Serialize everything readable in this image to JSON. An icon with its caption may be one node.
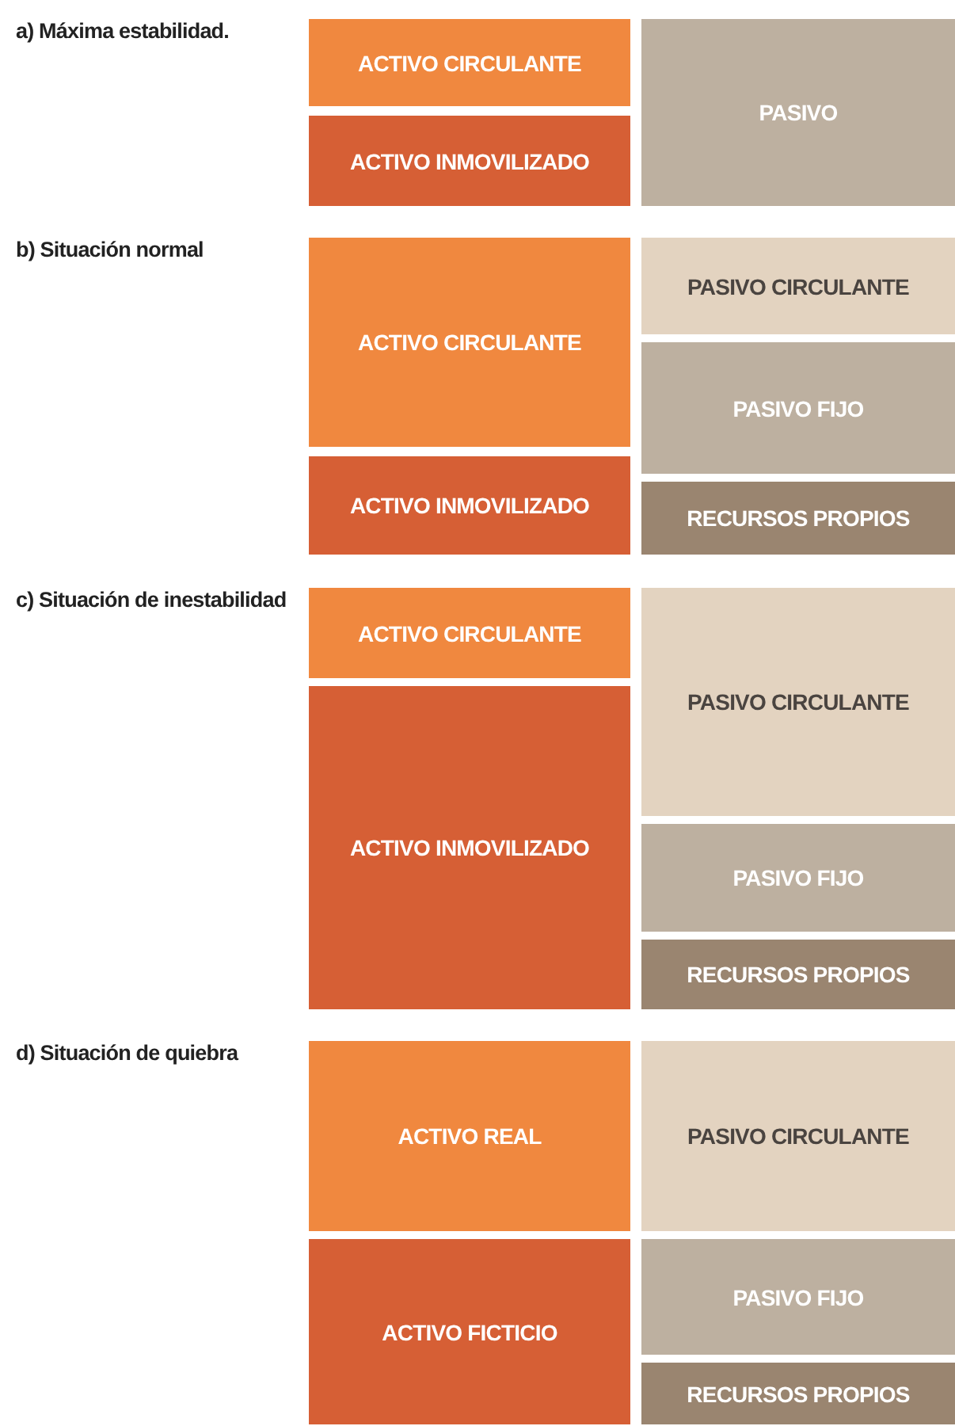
{
  "diagram": {
    "nodes": [
      {
        "text": [
          "ACTIVO CIRCULANTE"
        ]
      },
      {
        "text": [
          "ACTIVO INMOVILIZADO"
        ]
      },
      {
        "text": [
          "PASIVO"
        ]
      },
      {
        "text": [
          "ACTIVO CIRCULANTE"
        ]
      },
      {
        "text": [
          "ACTIVO INMOVILIZADO"
        ]
      },
      {
        "text": [
          "PASIVO CIRCULANTE"
        ]
      },
      {
        "text": [
          "PASIVO FIJO"
        ]
      },
      {
        "text": [
          "RECURSOS PROPIOS"
        ]
      },
      {
        "text": [
          "ACTIVO CIRCULANTE"
        ]
      },
      {
        "text": [
          "ACTIVO INMOVILIZADO"
        ]
      },
      {
        "text": [
          "PASIVO CIRCULANTE"
        ]
      },
      {
        "text": [
          "PASIVO FIJO"
        ]
      },
      {
        "text": [
          "RECURSOS PROPIOS"
        ]
      },
      {
        "text": [
          "ACTIVO REAL"
        ]
      },
      {
        "text": [
          "ACTIVO FICTICIO"
        ]
      },
      {
        "text": [
          "PASIVO CIRCULANTE"
        ]
      },
      {
        "text": [
          "PASIVO FIJO"
        ]
      },
      {
        "text": [
          "RECURSOS PROPIOS"
        ]
      }
    ],
    "labels": [
      "a) Máxima estabilidad.",
      "b) Situación normal",
      "c) Situación de inestabilidad",
      "d) Situación de quiebra"
    ]
  }
}
